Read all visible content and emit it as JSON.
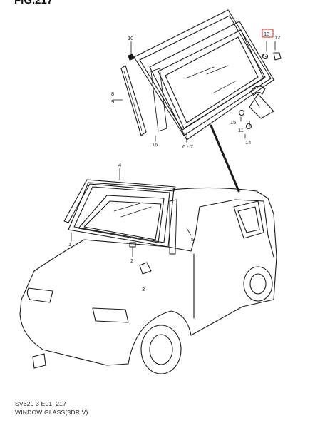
{
  "header": {
    "figure_title": "FIG.217"
  },
  "callouts": {
    "c1": "1",
    "c2": "2",
    "c3": "3",
    "c4": "4",
    "c5": "5",
    "c67": "6 - 7",
    "c89": "8\n9",
    "c10": "10",
    "c11": "11",
    "c12": "12",
    "c13": "13",
    "c14": "14",
    "c15": "15",
    "c16": "16"
  },
  "footer": {
    "code": "SV620 3 E01_217",
    "caption": "WINDOW GLASS(3DR V)"
  },
  "colors": {
    "highlight": "#e0261b",
    "line": "#1a1a1a"
  }
}
